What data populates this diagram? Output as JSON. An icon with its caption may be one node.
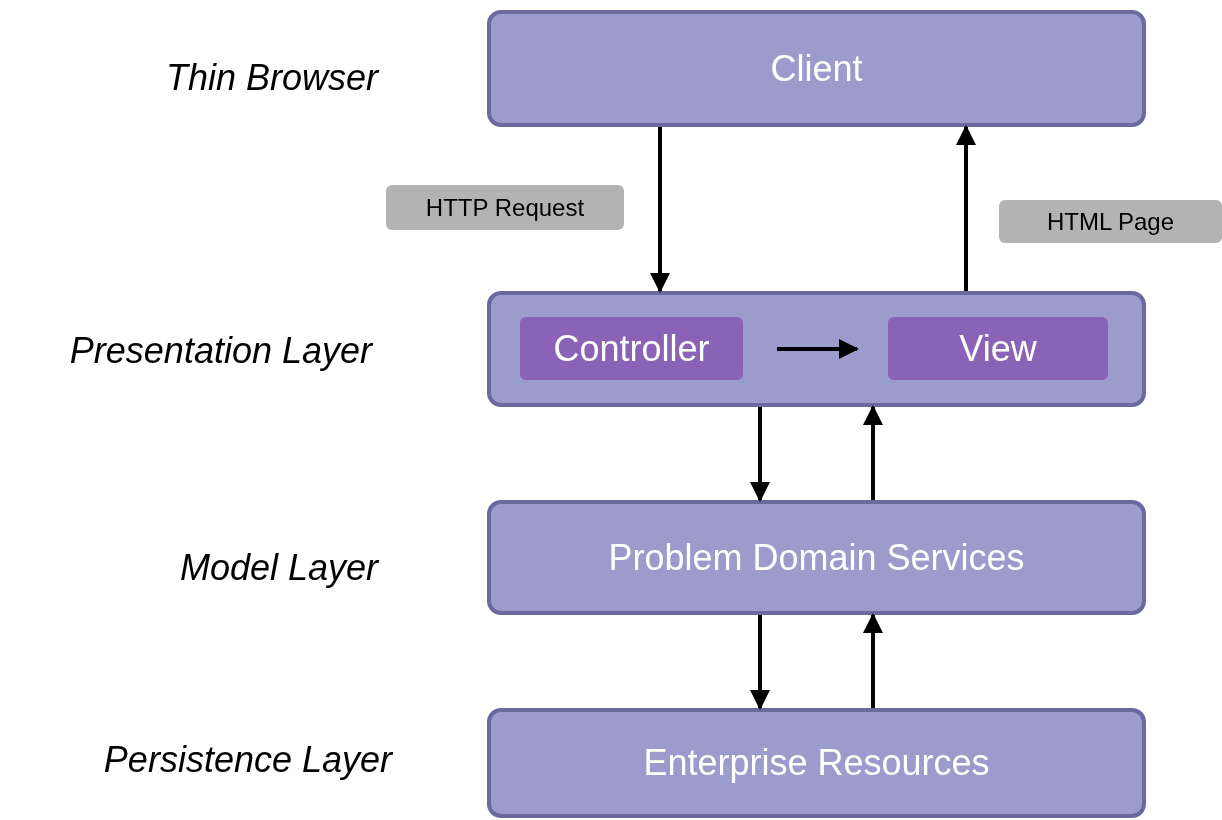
{
  "diagram": {
    "nodes": [
      {
        "text": [
          "Client"
        ]
      },
      {
        "text": [],
        "shape": "box"
      },
      {
        "text": [
          "Controller"
        ],
        "in": 1
      },
      {
        "text": [
          "View"
        ],
        "in": 1
      },
      {
        "text": [
          "Problem Domain Services"
        ]
      },
      {
        "text": [
          "Enterprise Resources"
        ]
      }
    ],
    "edges": [
      {
        "from": 0,
        "to": 1,
        "arrow": "to",
        "label": "HTTP Request"
      },
      {
        "from": 1,
        "to": 0,
        "arrow": "to",
        "label": "HTML Page"
      },
      {
        "from": 2,
        "to": 3,
        "arrow": "to"
      },
      {
        "from": 1,
        "to": 4,
        "arrow": "to"
      },
      {
        "from": 4,
        "to": 1,
        "arrow": "to"
      },
      {
        "from": 4,
        "to": 5,
        "arrow": "to"
      },
      {
        "from": 5,
        "to": 4,
        "arrow": "to"
      }
    ],
    "labels": [
      "Thin Browser",
      "Presentation Layer",
      "Model Layer",
      "Persistence Layer"
    ]
  }
}
